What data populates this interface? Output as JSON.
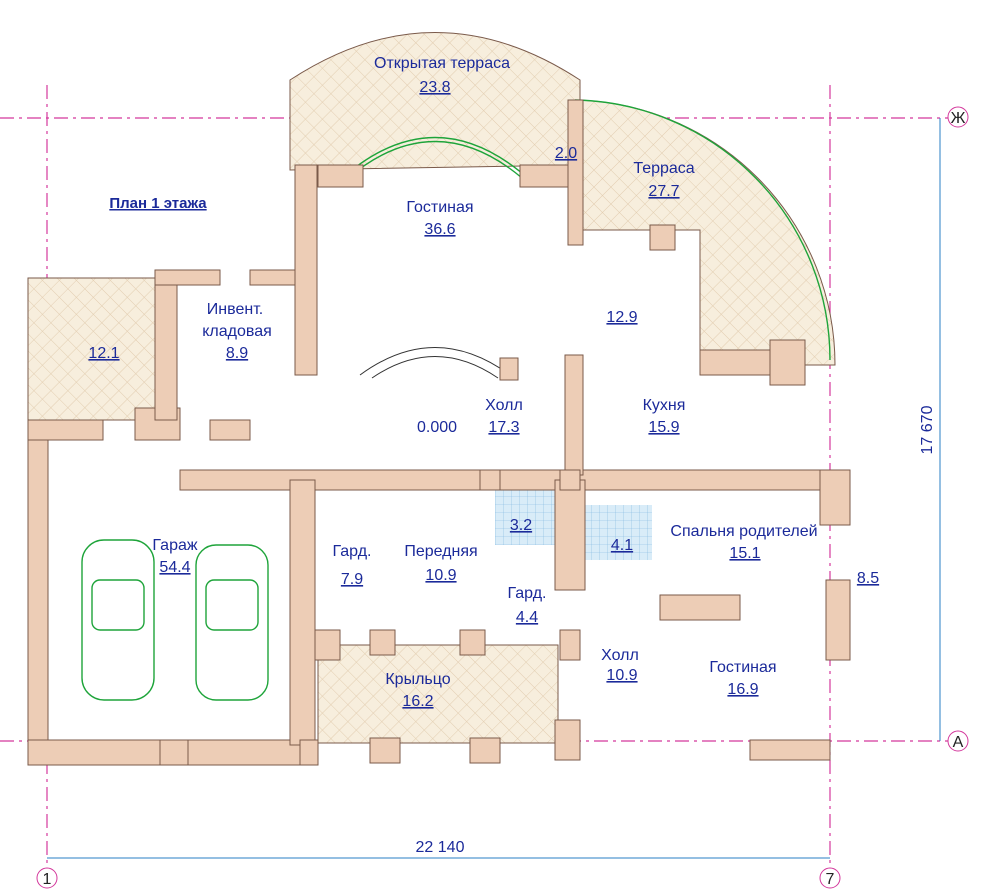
{
  "title": "План 1 этажа",
  "dimensions": {
    "width": "22 140",
    "height": "17 670"
  },
  "axes": {
    "top": "Ж",
    "bottom": "А",
    "left": "1",
    "right": "7"
  },
  "rooms": {
    "open_terrace": {
      "name": "Открытая терраса",
      "area": "23.8"
    },
    "small_terrace": {
      "area": "2.0"
    },
    "terrace": {
      "name": "Терраса",
      "area": "27.7"
    },
    "living_main": {
      "name": "Гостиная",
      "area": "36.6"
    },
    "storage": {
      "name1": "Инвент.",
      "name2": "кладовая",
      "area": "8.9"
    },
    "side_terrace": {
      "area": "12.1"
    },
    "dining": {
      "area": "12.9"
    },
    "hall_main": {
      "name": "Холл",
      "area": "17.3",
      "level": "0.000"
    },
    "kitchen": {
      "name": "Кухня",
      "area": "15.9"
    },
    "bath1": {
      "area": "3.2"
    },
    "bath2": {
      "area": "4.1"
    },
    "bedroom": {
      "name": "Спальня родителей",
      "area": "15.1"
    },
    "garage": {
      "name": "Гараж",
      "area": "54.4"
    },
    "wardrobe1": {
      "name": "Гард.",
      "area": "7.9"
    },
    "entry": {
      "name": "Передняя",
      "area": "10.9"
    },
    "wardrobe2": {
      "name": "Гард.",
      "area": "4.4"
    },
    "hall2": {
      "name": "Холл",
      "area": "10.9"
    },
    "living2": {
      "name": "Гостиная",
      "area": "16.9"
    },
    "stairs_ext": {
      "area": "8.5"
    },
    "porch": {
      "name": "Крыльцо",
      "area": "16.2"
    }
  },
  "colors": {
    "wall": "#edcdb6",
    "text": "#1b2a9a",
    "axis": "#d4389c",
    "fixture": "#1ea43a"
  }
}
